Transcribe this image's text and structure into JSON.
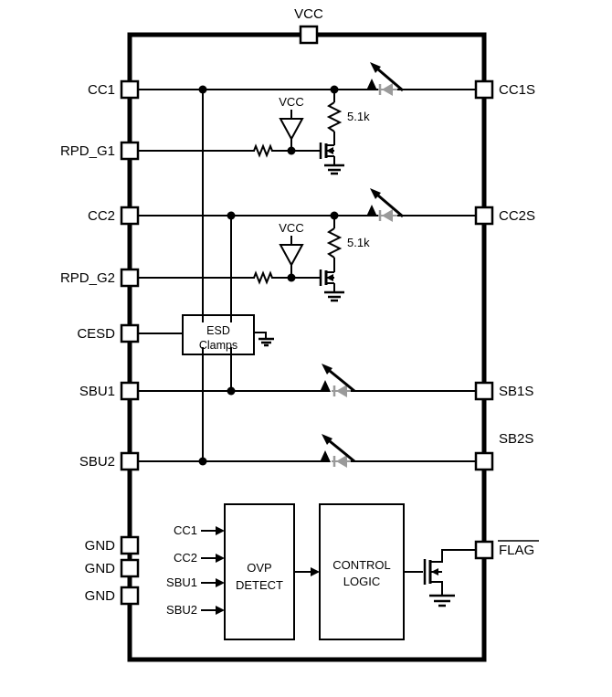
{
  "diagram": {
    "top_pin_label": "VCC",
    "pins_left": [
      "CC1",
      "RPD_G1",
      "CC2",
      "RPD_G2",
      "CESD",
      "SBU1",
      "SBU2",
      "GND",
      "GND",
      "GND"
    ],
    "pins_right": [
      "CC1S",
      "CC2S",
      "SB1S",
      "SB2S",
      "FLAG"
    ],
    "clamp1": {
      "vcc_label": "VCC",
      "resistor_value": "5.1k"
    },
    "clamp2": {
      "vcc_label": "VCC",
      "resistor_value": "5.1k"
    },
    "esd_box": {
      "line1": "ESD",
      "line2": "Clamps"
    },
    "ovp_box": {
      "line1": "OVP",
      "line2": "DETECT"
    },
    "control_box": {
      "line1": "CONTROL",
      "line2": "LOGIC"
    },
    "ovp_inputs": [
      "CC1",
      "CC2",
      "SBU1",
      "SBU2"
    ],
    "colors": {
      "wire": "#000000",
      "switch_body_diode": "#9a9a9a",
      "background": "#ffffff"
    }
  }
}
